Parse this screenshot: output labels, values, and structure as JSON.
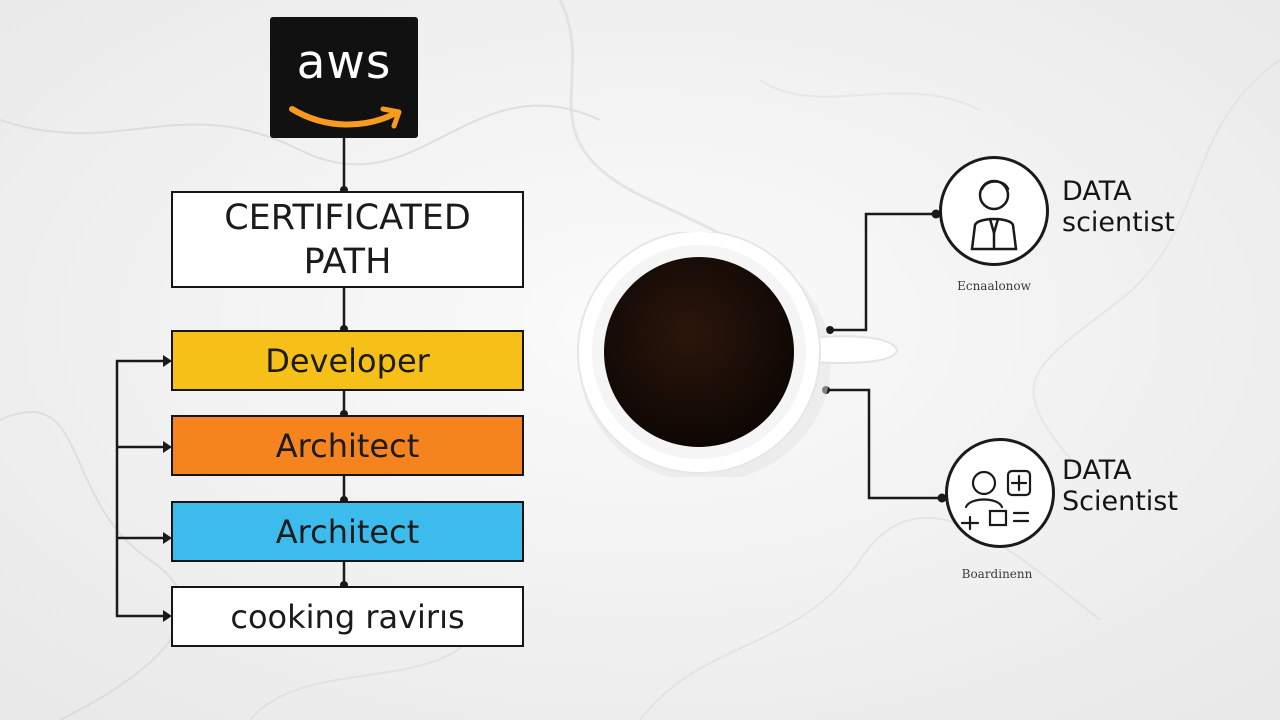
{
  "logo": {
    "text": "aws"
  },
  "diagram": {
    "title_lines": [
      "CERTIFICATED",
      "PATH"
    ],
    "roles": [
      {
        "label": "Developer",
        "color": "#f7c018"
      },
      {
        "label": "Architect",
        "color": "#f5841f"
      },
      {
        "label": "Architect",
        "color": "#3bbcec"
      },
      {
        "label": "cooking ravirıs",
        "color": "#ffffff"
      }
    ]
  },
  "careers": [
    {
      "title_lines": [
        "DATA",
        "scientist"
      ],
      "caption": "Ecnaalonow",
      "icon": "scientist-icon"
    },
    {
      "title_lines": [
        "DATA",
        "Scientist"
      ],
      "caption": "Boardinenn",
      "icon": "team-icon"
    }
  ],
  "colors": {
    "logo_bg": "#111111",
    "logo_accent": "#f79a1e",
    "coffee": "#1a0d07"
  }
}
